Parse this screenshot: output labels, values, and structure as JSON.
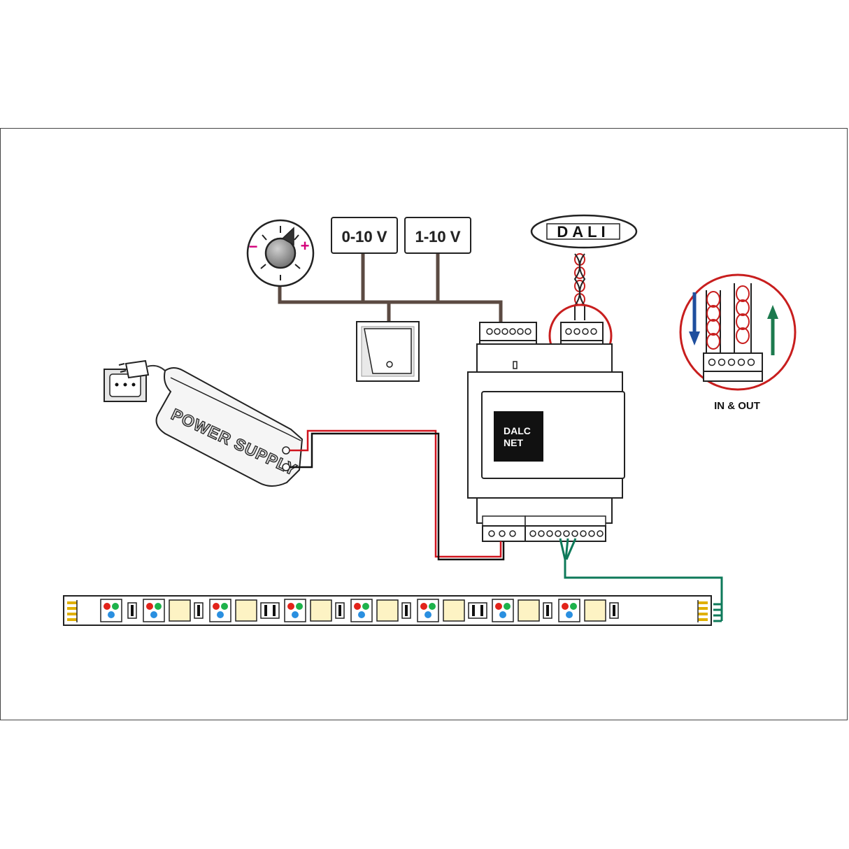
{
  "labels": {
    "volt_0_10": "0-10 V",
    "volt_1_10": "1-10 V",
    "dali": "DALI",
    "power_supply": "POWER SUPPLY",
    "dalcnet_line1": "DALC",
    "dalcnet_line2": "NET",
    "in_out": "IN & OUT",
    "minus": "−",
    "plus": "+"
  },
  "colors": {
    "wire_brown": "#5b4a42",
    "wire_red": "#d0141e",
    "wire_black": "#111111",
    "wire_green": "#0e7a5a",
    "dali_red": "#c81e1e",
    "knob_pink": "#d4007a",
    "arrow_blue": "#1f4f9e",
    "arrow_green": "#1c7a4e"
  },
  "led_strip": {
    "unit_pattern": [
      "rgb",
      "warm",
      "separator"
    ]
  }
}
